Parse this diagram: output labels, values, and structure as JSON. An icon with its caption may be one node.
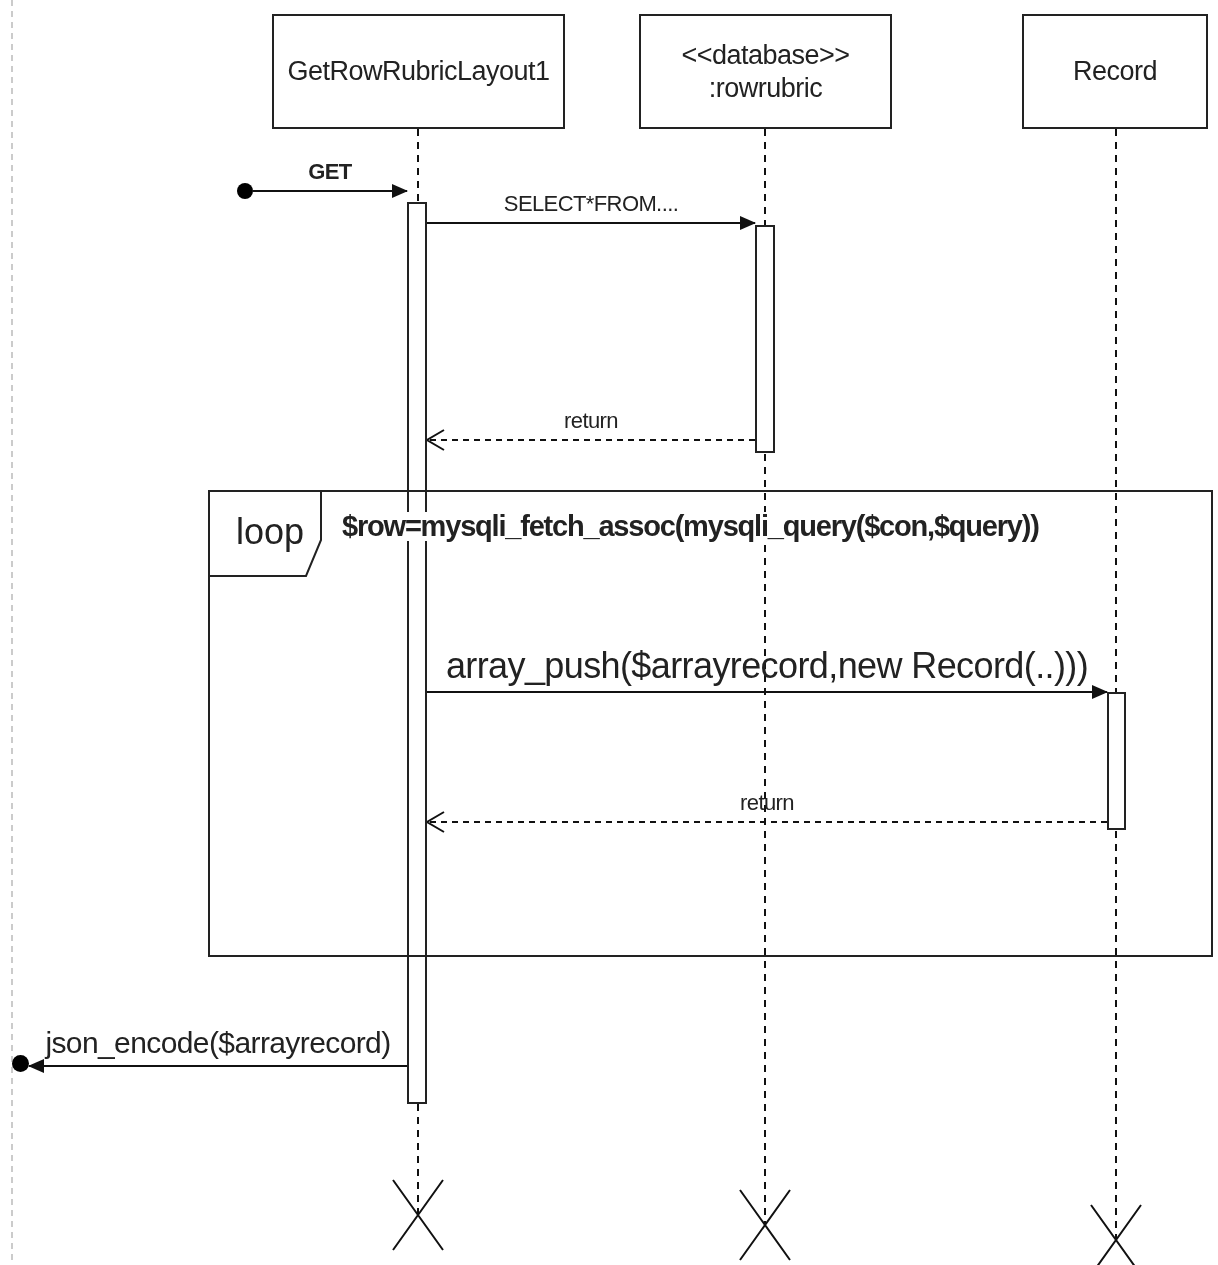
{
  "diagram": {
    "nodes": [
      {
        "text": [
          "GetRowRubricLayout1"
        ]
      },
      {
        "text": [
          "<<database>>",
          ":rowrubric"
        ]
      },
      {
        "text": [
          "Record"
        ]
      },
      {
        "text": [],
        "shape": "circle"
      },
      {
        "text": [],
        "shape": "bar"
      },
      {
        "text": [],
        "shape": "bar"
      },
      {
        "text": [
          "loop",
          "$row=mysqli_fetch_assoc(mysqli_query($con,$query))"
        ]
      },
      {
        "text": [],
        "shape": "bar",
        "in": 6
      },
      {
        "text": [],
        "shape": "circle"
      }
    ],
    "edges": [
      {
        "from": 3,
        "to": 4,
        "arrow": "to",
        "label": "GET"
      },
      {
        "from": 4,
        "to": 5,
        "arrow": "to",
        "label": "SELECT*FROM...."
      },
      {
        "from": 5,
        "to": 4,
        "arrow": "to",
        "label": "return",
        "style": "dashed"
      },
      {
        "from": 4,
        "to": 7,
        "arrow": "to",
        "label": "array_push($arrayrecord,new Record(..)))"
      },
      {
        "from": 7,
        "to": 4,
        "arrow": "to",
        "label": "return",
        "style": "dashed"
      },
      {
        "from": 4,
        "to": 8,
        "arrow": "to",
        "label": "json_encode($arrayrecord)"
      }
    ]
  }
}
